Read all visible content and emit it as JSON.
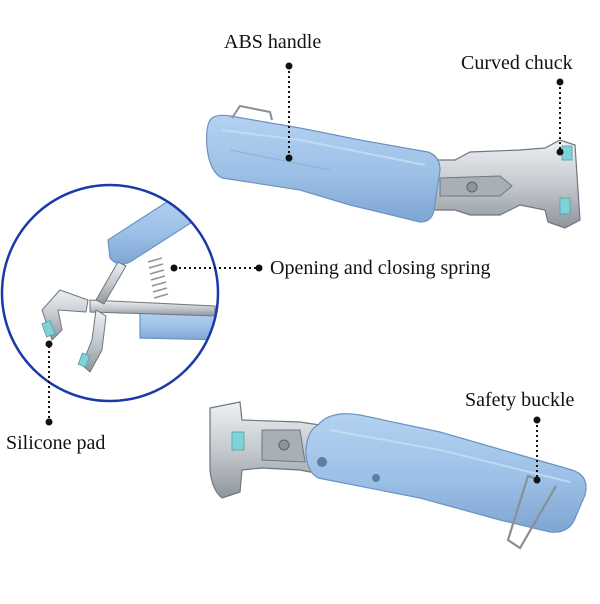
{
  "labels": {
    "abs_handle": "ABS handle",
    "curved_chuck": "Curved chuck",
    "spring": "Opening and closing spring",
    "safety_buckle": "Safety buckle",
    "silicone_pad": "Silicone pad"
  },
  "colors": {
    "handle_blue": "#9cc0e6",
    "handle_blue_dark": "#7aa3d0",
    "metal": "#c9cdd2",
    "metal_dark": "#8e949b",
    "circle_border": "#1a3aa8",
    "pad_teal": "#7fd3d6",
    "callout": "#111111"
  }
}
